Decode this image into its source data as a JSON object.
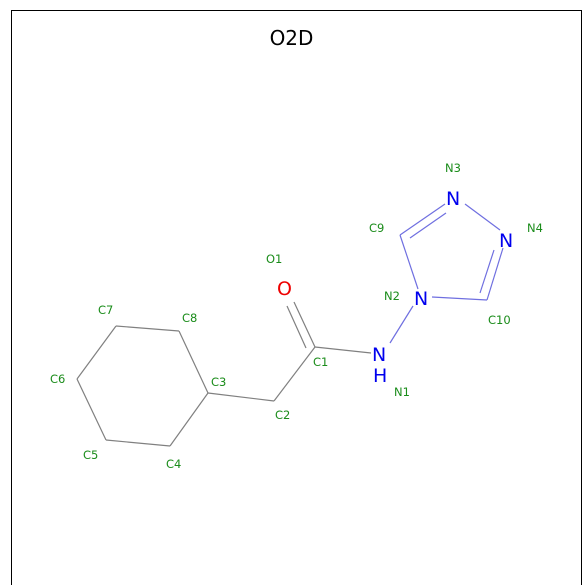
{
  "title": "O2D",
  "atoms": {
    "O": "O",
    "N_amide": "N",
    "H_amide": "H",
    "N_ring_N2": "N",
    "N_ring_N3": "N",
    "N_ring_N4": "N"
  },
  "atom_labels": {
    "O1": "O1",
    "C1": "C1",
    "C2": "C2",
    "C3": "C3",
    "C4": "C4",
    "C5": "C5",
    "C6": "C6",
    "C7": "C7",
    "C8": "C8",
    "C9": "C9",
    "C10": "C10",
    "N1": "N1",
    "N2": "N2",
    "N3": "N3",
    "N4": "N4"
  },
  "colors": {
    "carbon_bond": "#808080",
    "nitrogen": "#0000ee",
    "oxygen": "#ee0000",
    "label": "#1a8c1a"
  }
}
